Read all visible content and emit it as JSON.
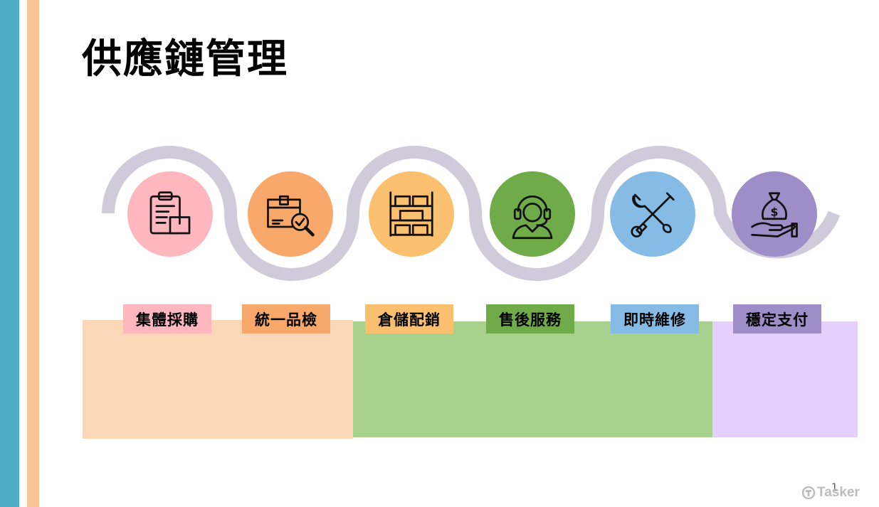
{
  "slide": {
    "title": "供應鏈管理",
    "page_number": "1",
    "watermark": "Tasker"
  },
  "colors": {
    "stripe_blue": "#4badc8",
    "stripe_orange": "#fbc391",
    "wave": "#cfcbdb",
    "panel_1": "#fcd7b7",
    "panel_2": "#a9d18e",
    "panel_3": "#e5d0fd"
  },
  "steps": [
    {
      "label": "集體採購",
      "color": "#feb6bf",
      "icon": "clipboard-box-icon"
    },
    {
      "label": "統一品檢",
      "color": "#f7a86a",
      "icon": "box-inspection-icon"
    },
    {
      "label": "倉儲配銷",
      "color": "#fac070",
      "icon": "warehouse-shelf-icon"
    },
    {
      "label": "售後服務",
      "color": "#6fab48",
      "icon": "customer-service-icon"
    },
    {
      "label": "即時維修",
      "color": "#85bbe5",
      "icon": "wrench-screwdriver-icon"
    },
    {
      "label": "穩定支付",
      "color": "#9e8dc6",
      "icon": "money-bag-hand-icon"
    }
  ]
}
